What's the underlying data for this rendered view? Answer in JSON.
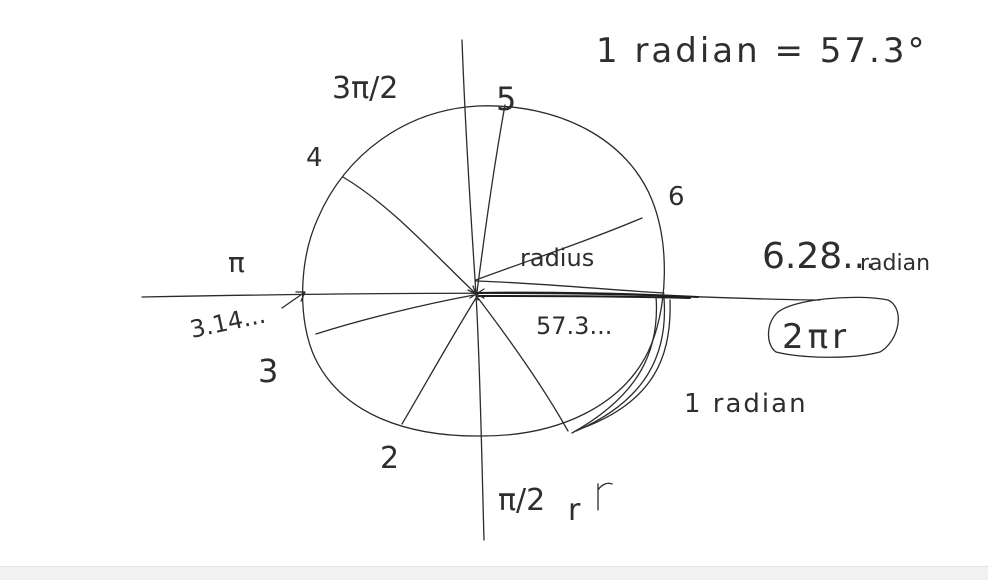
{
  "labels": {
    "radian_def": "1 radian = 57.3°",
    "three_pi_over_2": "3π/2",
    "five": "5",
    "four": "4",
    "six": "6",
    "pi": "π",
    "pi_value": "3.14...",
    "three": "3",
    "radius": "radius",
    "angle": "57.3...",
    "two": "2",
    "pi_over_2": "π/2",
    "r_mark": "r",
    "circumference_radians": "6.28...",
    "radian_word": "radian",
    "two_pi_r": "2πr",
    "one_radian": "1 radian"
  }
}
